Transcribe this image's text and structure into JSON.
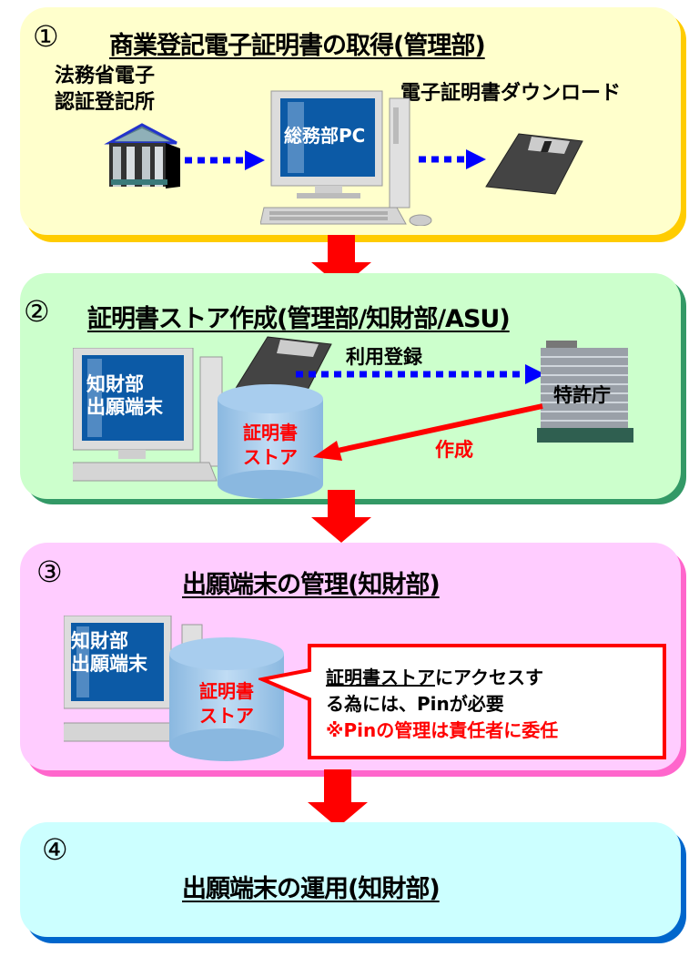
{
  "steps": [
    {
      "number": "①",
      "title": "商業登記電子証明書の取得(管理部)",
      "labels": {
        "source": [
          "法務省電子",
          "認証登記所"
        ],
        "download": "電子証明書ダウンロード",
        "pc": "総務部PC"
      },
      "colors": {
        "bg": "#ffffcc",
        "border": "#ffcc00"
      }
    },
    {
      "number": "②",
      "title": "証明書ストア作成(管理部/知財部/ASU)",
      "labels": {
        "pc": [
          "知財部",
          "出願端末"
        ],
        "register": "利用登録",
        "office": "特許庁",
        "create": "作成",
        "store": [
          "証明書",
          "ストア"
        ]
      },
      "colors": {
        "bg": "#ccffcc",
        "border": "#339966"
      }
    },
    {
      "number": "③",
      "title": "出願端末の管理(知財部)",
      "labels": {
        "pc": [
          "知財部",
          "出願端末"
        ],
        "store": [
          "証明書",
          "ストア"
        ],
        "callout_underlined": "証明書ストア",
        "callout_line1_rest": "にアクセスす",
        "callout_line2": " る為には、Pinが必要",
        "callout_note": "※Pinの管理は責任者に委任"
      },
      "colors": {
        "bg": "#ffccff",
        "border": "#ff66cc"
      }
    },
    {
      "number": "④",
      "title": "出願端末の運用(知財部)",
      "colors": {
        "bg": "#ccffff",
        "border": "#0066cc"
      }
    }
  ],
  "accent": {
    "flow_arrow": "#ff0000",
    "dotted_arrow": "#0000ff",
    "callout_border": "#ff0000"
  }
}
